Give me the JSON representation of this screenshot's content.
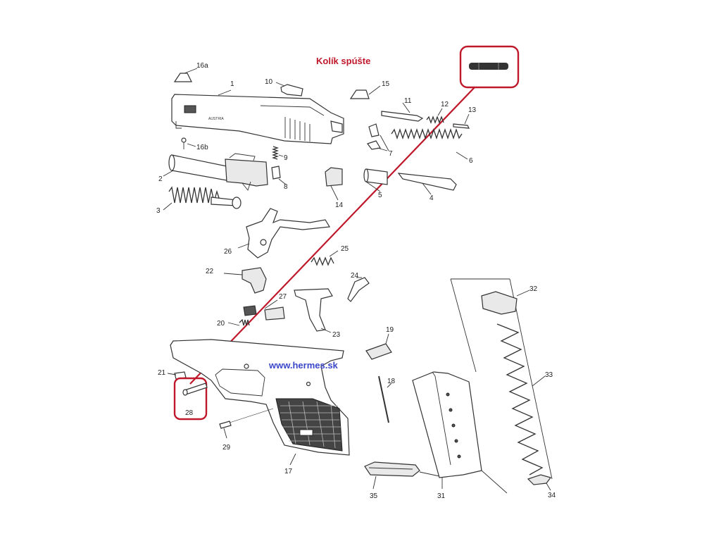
{
  "title": "Kolík spúšte",
  "watermark": "www.hermes.sk",
  "highlight_color": "#c0182b",
  "watermark_color": "#3b47c9",
  "highlighted_part": "28",
  "labels": {
    "p1": "1",
    "p2": "2",
    "p3": "3",
    "p4": "4",
    "p5": "5",
    "p6": "6",
    "p7": "7",
    "p8": "8",
    "p9": "9",
    "p10": "10",
    "p11": "11",
    "p12": "12",
    "p13": "13",
    "p14": "14",
    "p15": "15",
    "p16a": "16a",
    "p16b": "16b",
    "p17": "17",
    "p18": "18",
    "p19": "19",
    "p20": "20",
    "p21": "21",
    "p22": "22",
    "p23": "23",
    "p24": "24",
    "p25": "25",
    "p26": "26",
    "p27": "27",
    "p28": "28",
    "p29": "29",
    "p31": "31",
    "p32": "32",
    "p33": "33",
    "p34": "34",
    "p35": "35"
  }
}
